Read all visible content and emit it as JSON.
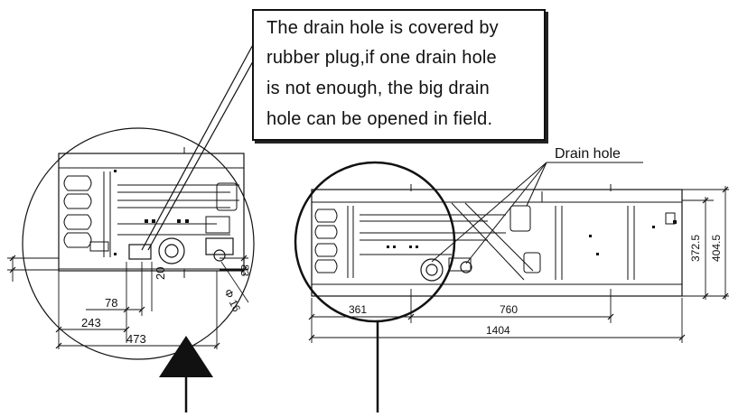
{
  "callout": {
    "lines": [
      "The drain hole is covered by",
      "rubber plug,if one drain hole",
      "is not enough, the big drain",
      "hole can  be opened in field."
    ]
  },
  "left_detail": {
    "dimensions": {
      "d78": "78",
      "d243": "243",
      "d473": "473",
      "d20": "20",
      "d83": "83",
      "phi16": "Φ 16"
    }
  },
  "right_view": {
    "drain_label": "Drain hole",
    "dimensions": {
      "d361": "361",
      "d760": "760",
      "d1404": "1404",
      "d372": "372.5",
      "d404": "404.5"
    }
  },
  "colors": {
    "line": "#111111",
    "background": "#ffffff"
  }
}
